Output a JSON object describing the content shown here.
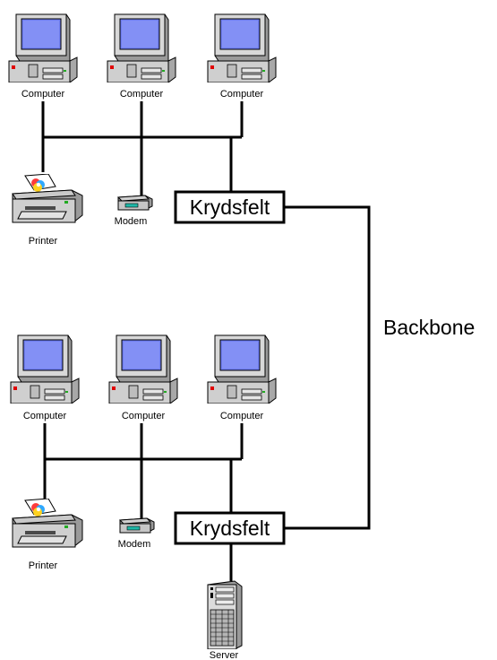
{
  "labels": {
    "computer": "Computer",
    "printer": "Printer",
    "modem": "Modem",
    "server": "Server",
    "switch": "Krydsfelt",
    "backbone": "Backbone"
  },
  "icons": [
    "computer-icon",
    "printer-icon",
    "modem-icon",
    "server-icon"
  ],
  "colors": {
    "line": "#000000",
    "monitor_screen": "#6f7ef0",
    "case": "#c0c0c0"
  }
}
